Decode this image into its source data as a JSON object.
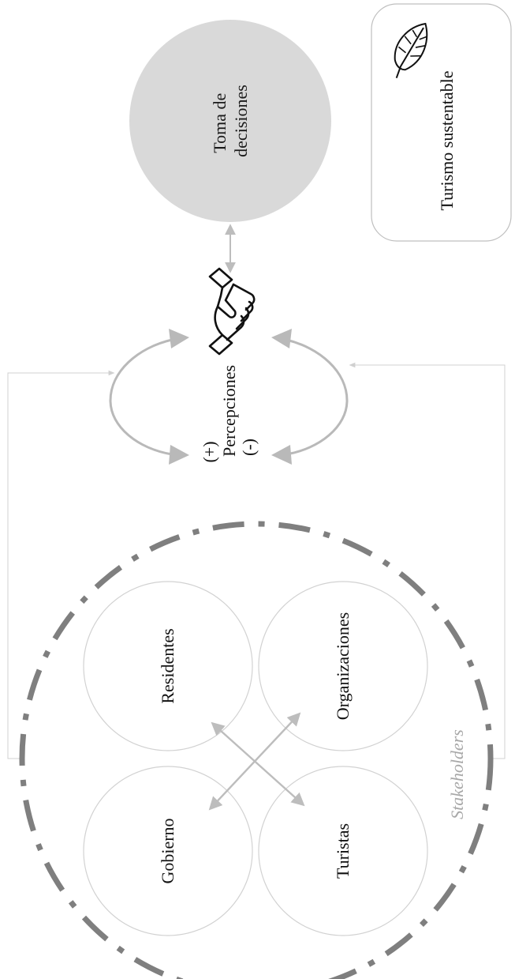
{
  "nodes": {
    "decision": "Toma de decisiones",
    "decision_line1": "Toma de",
    "decision_line2": "decisiones",
    "sustainable": "Turismo sustentable",
    "perceptions": "Percepciones",
    "positive": "(+)",
    "negative": "(-)",
    "stakeholders_label": "Stakeholders"
  },
  "stakeholders": {
    "residents": "Residentes",
    "organizations": "Organizaciones",
    "government": "Gobierno",
    "tourists": "Turistas"
  },
  "icons": {
    "handshake": "handshake-icon",
    "leaf": "leaf-icon"
  },
  "colors": {
    "decision_fill": "#d9d9d9",
    "arrow_grey": "#b9b9b9",
    "dash_circle": "#7f7f7f",
    "stakeholder_text": "#a8a8a8"
  }
}
